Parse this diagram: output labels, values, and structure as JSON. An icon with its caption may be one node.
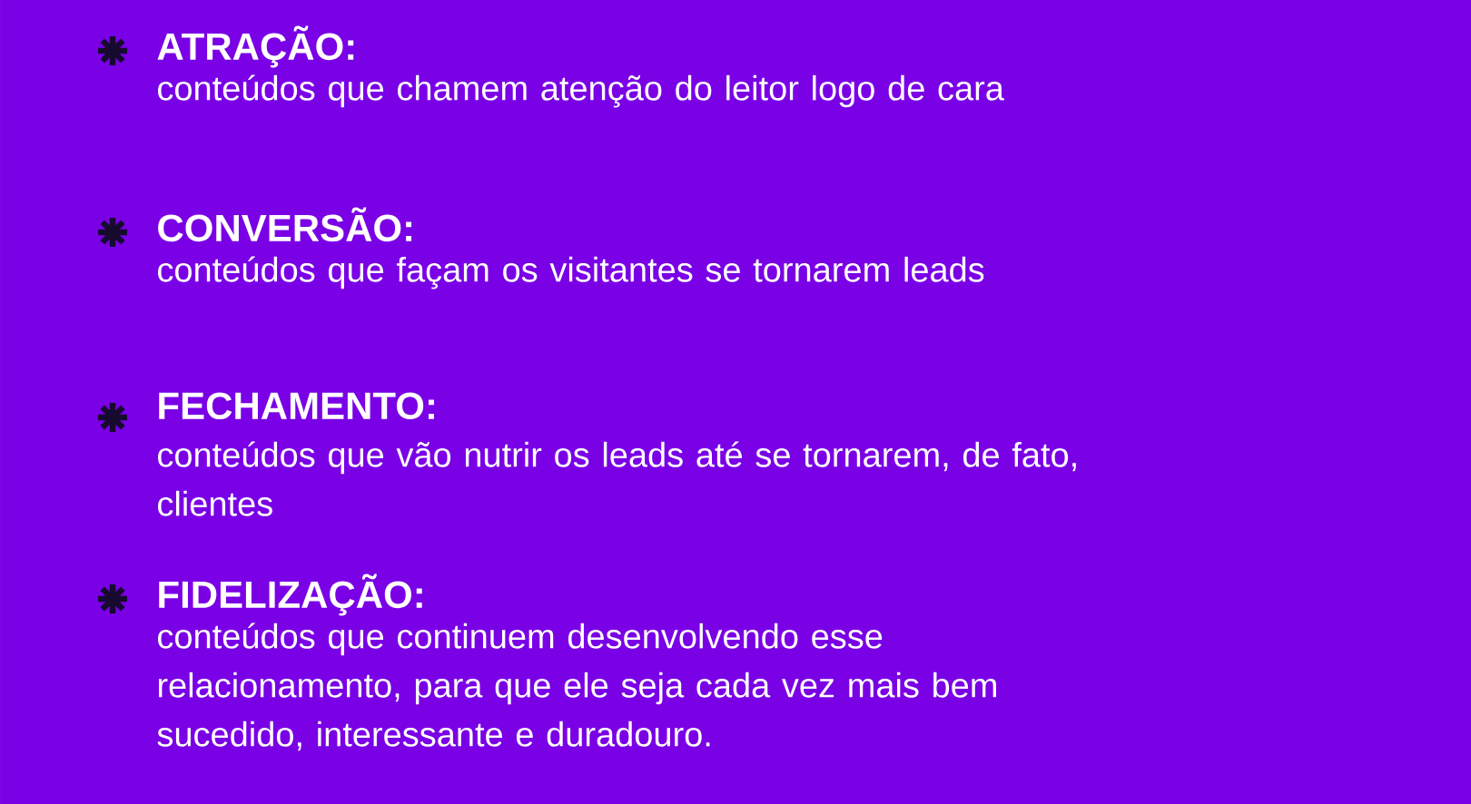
{
  "diagram": {
    "labels": [
      "ATRAÇÃO:",
      "conteúdos que chamem atenção do leitor logo de cara",
      "CONVERSÃO:",
      "conteúdos que façam os visitantes se tornarem leads",
      "FECHAMENTO:",
      "conteúdos que vão nutrir os leads até se tornarem, de fato, clientes",
      "FIDELIZAÇÃO:",
      "conteúdos que continuem desenvolvendo esse relacionamento, para que ele seja cada vez mais bem sucedido, interessante e duradouro."
    ]
  }
}
